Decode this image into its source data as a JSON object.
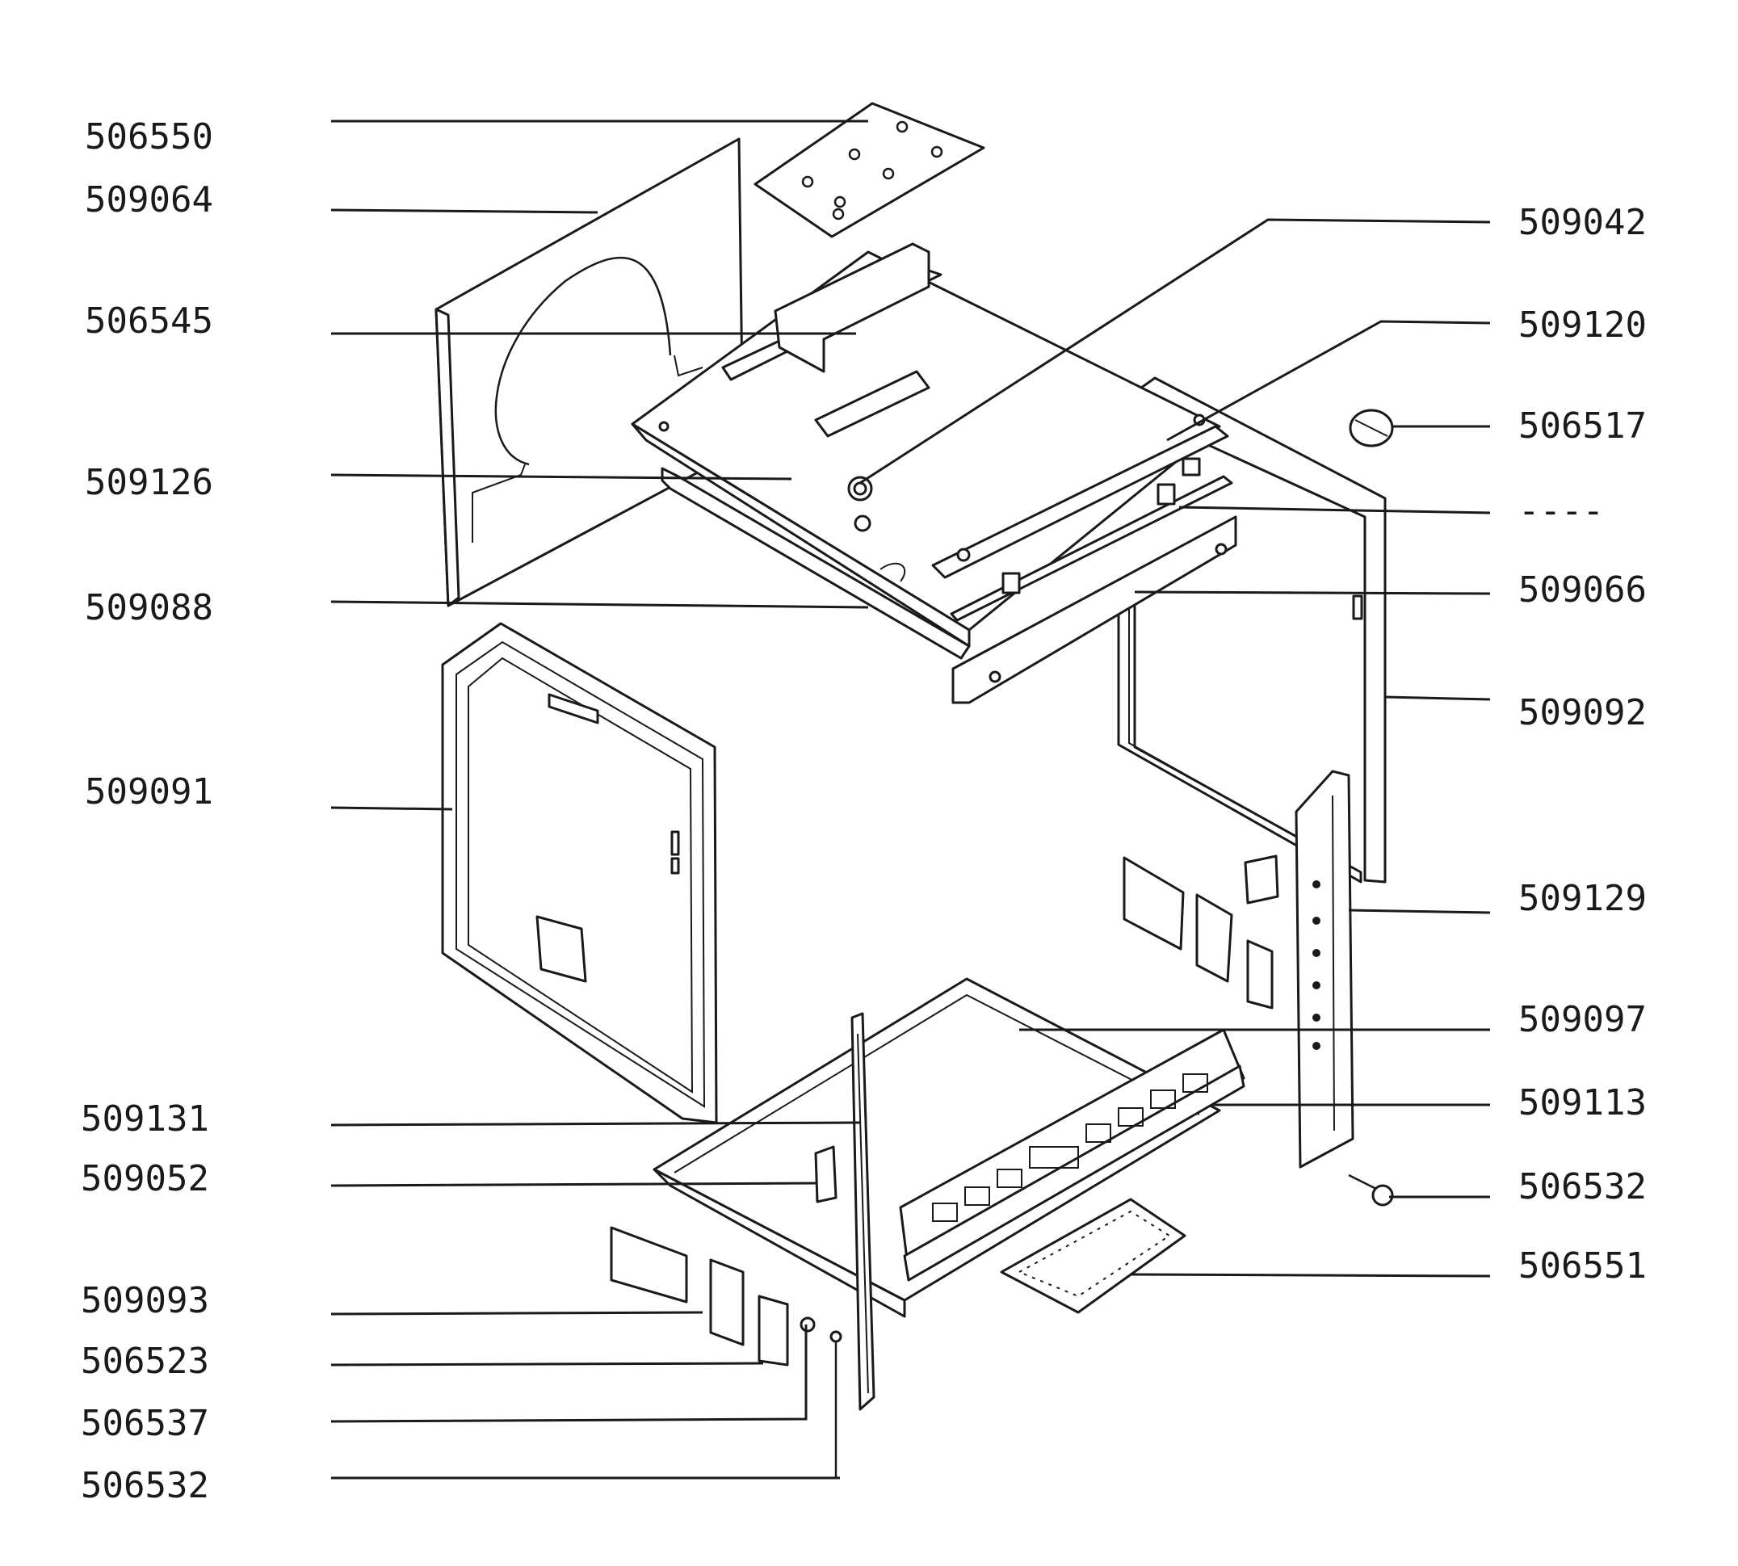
{
  "left_labels": [
    "506550",
    "509064",
    "506545",
    "509126",
    "509088",
    "509091",
    "509131",
    "509052",
    "509093",
    "506523",
    "506537",
    "506532"
  ],
  "right_labels": [
    "509042",
    "509120",
    "506517",
    "----",
    "509066",
    "509092",
    "509129",
    "509097",
    "509113",
    "506532",
    "506551"
  ],
  "colors": {
    "ink": "#1a1a1a",
    "paper": "#ffffff"
  }
}
